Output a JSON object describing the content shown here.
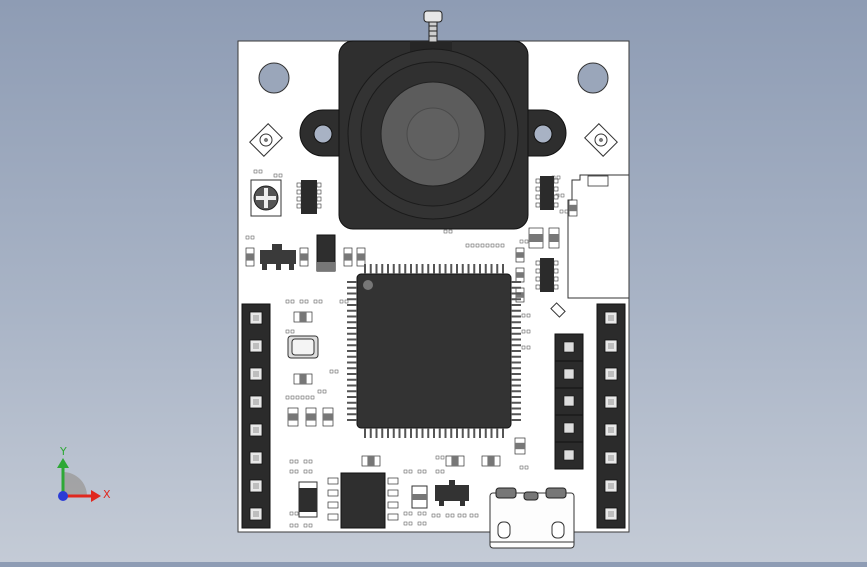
{
  "viewport": {
    "triad": {
      "x_label": "X",
      "y_label": "Y",
      "x_color": "#e0281e",
      "y_color": "#2ea836",
      "z_color": "#2a3cd6"
    }
  },
  "board": {
    "pcb_color": "#ffffff",
    "component_color": "#2b2b2b",
    "pin_header_left_count": 8,
    "pin_header_right_count": 8,
    "jumper_header_count": 5,
    "mcu_pins_per_side": 25,
    "icons": [
      "mounting-hole-icon",
      "led-icon",
      "camera-lens-icon",
      "usb-c-connector-icon",
      "screw-icon",
      "coordinate-triad-icon"
    ]
  }
}
